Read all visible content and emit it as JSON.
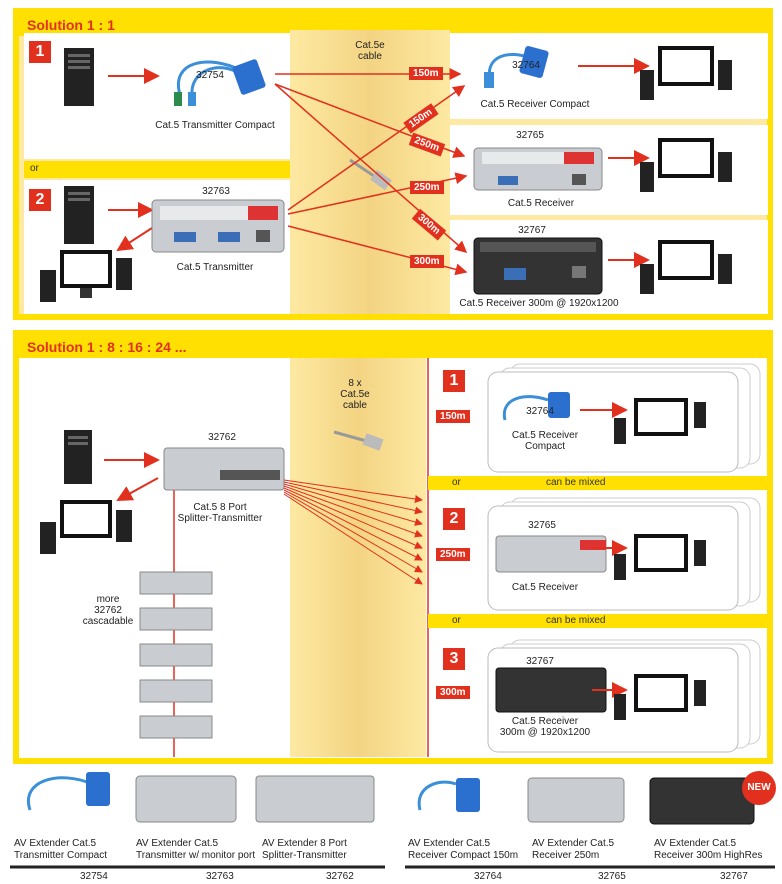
{
  "solution1": {
    "title": "Solution 1 : 1",
    "cable": "Cat.5e\ncable",
    "or": "or",
    "option1": "1",
    "option2": "2",
    "tx_compact": {
      "code": "32754",
      "label": "Cat.5 Transmitter Compact"
    },
    "tx": {
      "code": "32763",
      "label": "Cat.5 Transmitter"
    },
    "rx_compact": {
      "code": "32764",
      "label": "Cat.5 Receiver Compact"
    },
    "rx": {
      "code": "32765",
      "label": "Cat.5 Receiver"
    },
    "rx300": {
      "code": "32767",
      "label": "Cat.5 Receiver 300m @ 1920x1200"
    },
    "distances": [
      "150m",
      "150m",
      "250m",
      "250m",
      "300m",
      "300m"
    ]
  },
  "solution2": {
    "title": "Solution 1 : 8 : 16 : 24 ...",
    "cable": "8 x\nCat.5e\ncable",
    "splitter": {
      "code": "32762",
      "label": "Cat.5 8 Port\nSplitter-Transmitter"
    },
    "more": "more\n32762\ncascadable",
    "or": "or",
    "mixed": "can be mixed",
    "options": [
      {
        "num": "1",
        "dist": "150m",
        "code": "32764",
        "label": "Cat.5 Receiver\nCompact"
      },
      {
        "num": "2",
        "dist": "250m",
        "code": "32765",
        "label": "Cat.5 Receiver"
      },
      {
        "num": "3",
        "dist": "300m",
        "code": "32767",
        "label": "Cat.5 Receiver\n300m @ 1920x1200"
      }
    ]
  },
  "products": [
    {
      "name": "AV Extender Cat.5\nTransmitter Compact",
      "code": "32754"
    },
    {
      "name": "AV Extender Cat.5\nTransmitter w/ monitor port",
      "code": "32763"
    },
    {
      "name": "AV Extender 8 Port\nSplitter-Transmitter",
      "code": "32762"
    },
    {
      "name": "AV Extender Cat.5\nReceiver Compact 150m",
      "code": "32764"
    },
    {
      "name": "AV Extender Cat.5\nReceiver 250m",
      "code": "32765"
    },
    {
      "name": "AV Extender Cat.5\nReceiver 300m HighRes",
      "code": "32767"
    }
  ],
  "new_badge": "NEW",
  "colors": {
    "accent": "#e2301e",
    "yellow": "#ffe000",
    "panel": "#fde9a2",
    "cable": "#f5d98a"
  }
}
